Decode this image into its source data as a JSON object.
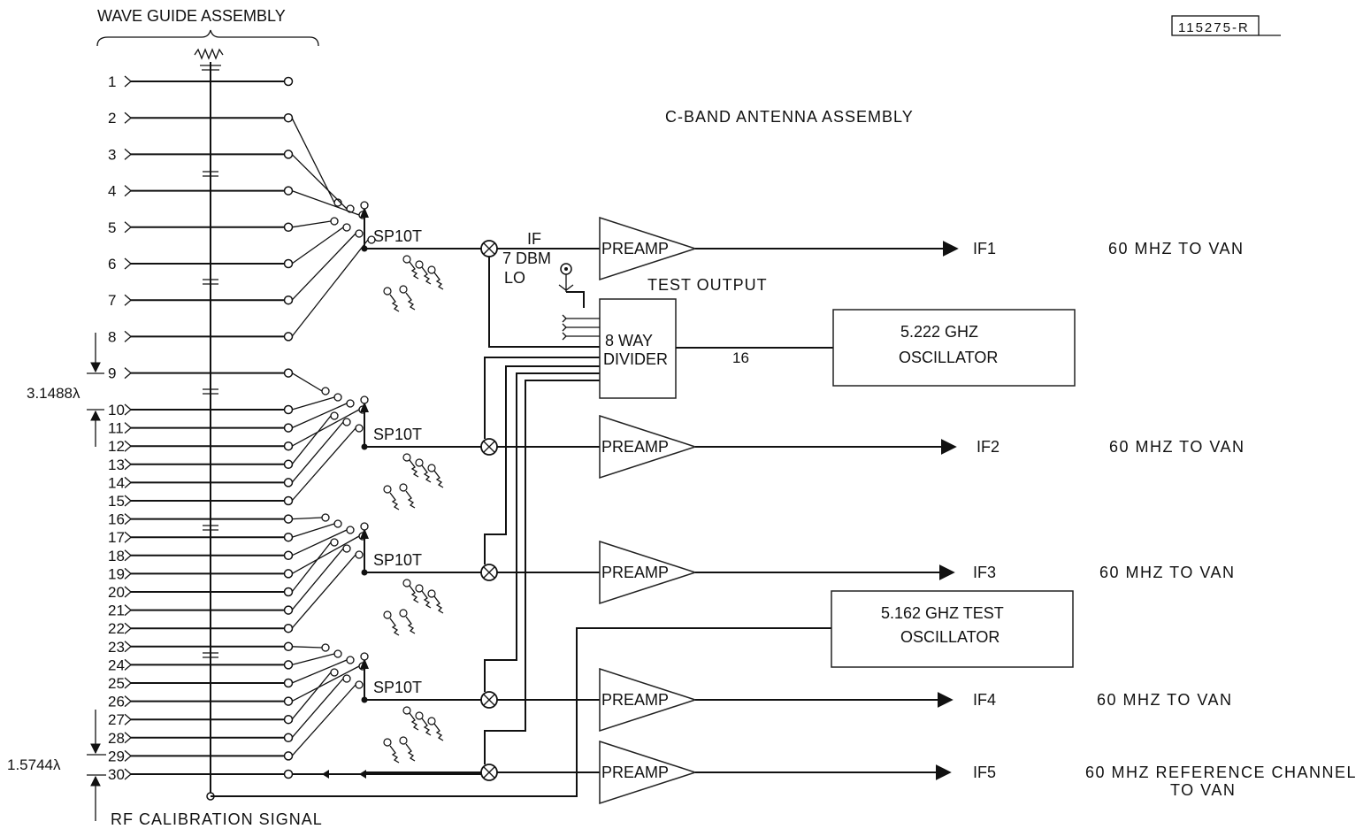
{
  "diagram": {
    "title": "C-BAND ANTENNA ASSEMBLY",
    "waveguide_label": "WAVE GUIDE ASSEMBLY",
    "doc_number": "115275-R",
    "rf_cal_label": "RF CALIBRATION SIGNAL",
    "test_output_label": "TEST OUTPUT",
    "spacing_top": "3.1488λ",
    "spacing_bottom": "1.5744λ",
    "lo_note": {
      "line1": "IF",
      "line2": "7 DBM",
      "line3": "LO"
    },
    "switch_label": "SP10T",
    "switch_count": 4,
    "ports": [
      "1",
      "2",
      "3",
      "4",
      "5",
      "6",
      "7",
      "8",
      "9",
      "10",
      "11",
      "12",
      "13",
      "14",
      "15",
      "16",
      "17",
      "18",
      "19",
      "20",
      "21",
      "22",
      "23",
      "24",
      "25",
      "26",
      "27",
      "28",
      "29",
      "30"
    ],
    "divider": {
      "line1": "8 WAY",
      "line2": "DIVIDER"
    },
    "divider_link_label": "16",
    "oscillator_main": {
      "line1": "5.222 GHZ",
      "line2": "OSCILLATOR"
    },
    "oscillator_test": {
      "line1": "5.162 GHZ TEST",
      "line2": "OSCILLATOR"
    },
    "preamp_label": "PREAMP",
    "channels": [
      {
        "if": "IF1",
        "dest": "60 MHZ TO VAN"
      },
      {
        "if": "IF2",
        "dest": "60 MHZ TO VAN"
      },
      {
        "if": "IF3",
        "dest": "60 MHZ TO VAN"
      },
      {
        "if": "IF4",
        "dest": "60 MHZ TO VAN"
      },
      {
        "if": "IF5",
        "dest": "60 MHZ REFERENCE CHANNEL",
        "dest2": "TO VAN"
      }
    ]
  }
}
